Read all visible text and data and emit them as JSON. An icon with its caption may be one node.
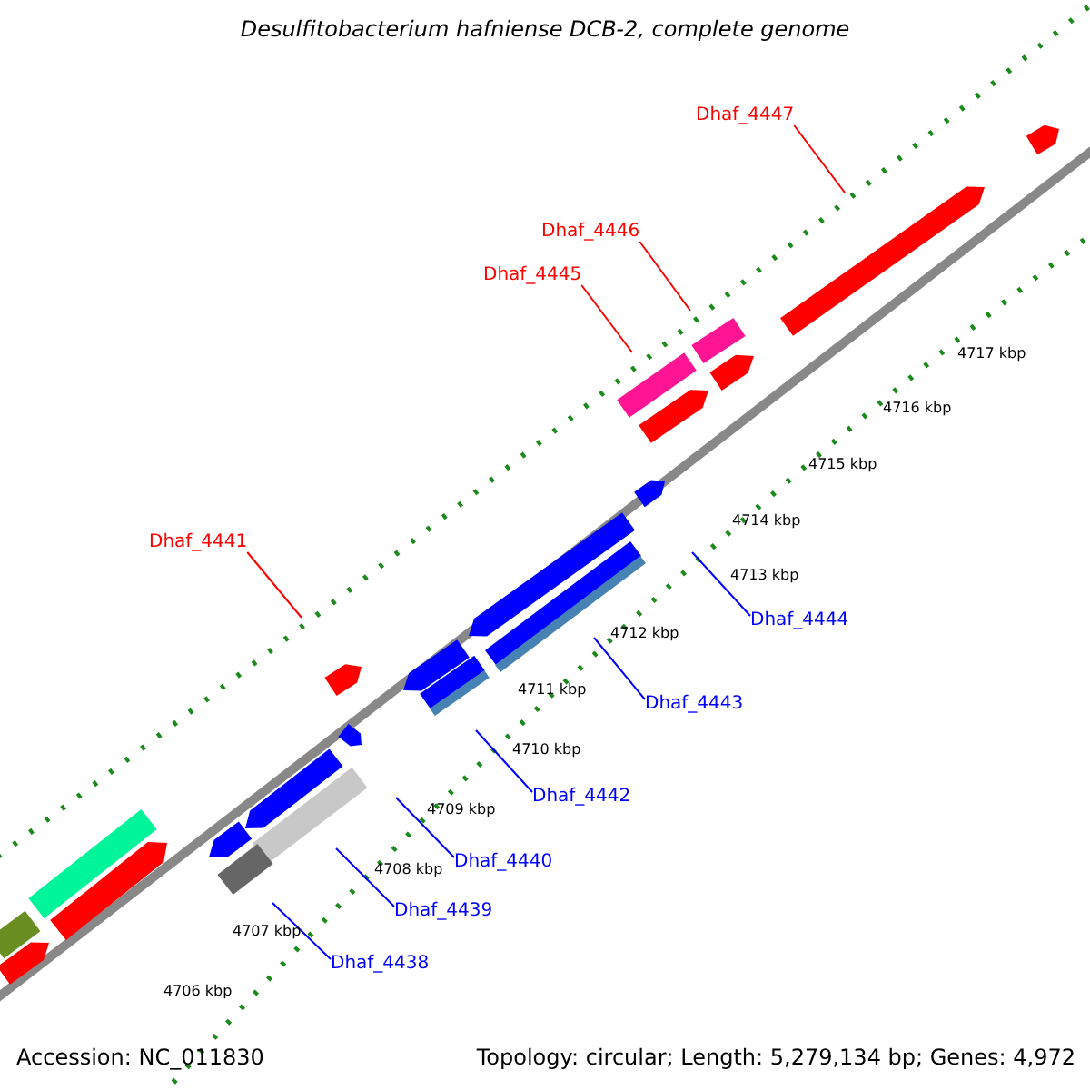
{
  "diagram": {
    "title": "Desulfitobacterium hafniense DCB-2, complete genome",
    "nodes": [
      {
        "text": [
          "Dhaf_4447"
        ]
      },
      {
        "text": [
          "Dhaf_4446"
        ]
      },
      {
        "text": [
          "Dhaf_4445"
        ]
      },
      {
        "text": [
          "Dhaf_4441"
        ]
      },
      {
        "text": [
          "Dhaf_4444"
        ]
      },
      {
        "text": [
          "Dhaf_4443"
        ]
      },
      {
        "text": [
          "Dhaf_4442"
        ]
      },
      {
        "text": [
          "Dhaf_4440"
        ]
      },
      {
        "text": [
          "Dhaf_4439"
        ]
      },
      {
        "text": [
          "Dhaf_4438"
        ]
      }
    ],
    "edges": [
      {
        "from": 0,
        "to": null,
        "arrow": "none",
        "color": "#ff0000"
      },
      {
        "from": 1,
        "to": null,
        "arrow": "none",
        "color": "#ff0000"
      },
      {
        "from": 2,
        "to": null,
        "arrow": "none",
        "color": "#ff0000"
      },
      {
        "from": 3,
        "to": null,
        "arrow": "none",
        "color": "#ff0000"
      },
      {
        "from": 4,
        "to": null,
        "arrow": "none"
      },
      {
        "from": 5,
        "to": null,
        "arrow": "none"
      },
      {
        "from": 6,
        "to": null,
        "arrow": "none"
      },
      {
        "from": 7,
        "to": null,
        "arrow": "none"
      },
      {
        "from": 8,
        "to": null,
        "arrow": "none"
      },
      {
        "from": 9,
        "to": null,
        "arrow": "none"
      }
    ],
    "labels": [
      "4717 kbp",
      "4716 kbp",
      "4715 kbp",
      "4714 kbp",
      "4713 kbp",
      "4712 kbp",
      "4711 kbp",
      "4710 kbp",
      "4709 kbp",
      "4708 kbp",
      "4707 kbp",
      "4706 kbp",
      "Accession: NC_011830",
      "Topology: circular; Length: 5,279,134 bp; Genes: 4,972"
    ]
  }
}
